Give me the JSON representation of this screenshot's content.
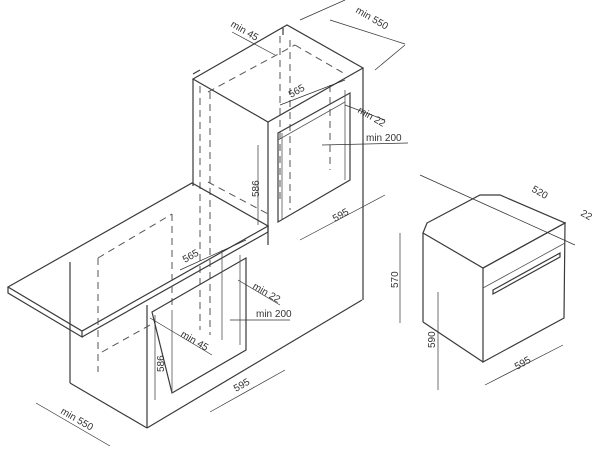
{
  "labels": {
    "tall": {
      "min45": "min 45",
      "min550": "min 550",
      "w565": "565",
      "min22": "min 22",
      "min200": "min 200",
      "h586": "586",
      "w595": "595"
    },
    "base": {
      "w565": "565",
      "min22": "min 22",
      "min200": "min 200",
      "min45": "min 45",
      "h586": "586",
      "w595": "595",
      "min550": "min 550"
    },
    "oven": {
      "d520": "520",
      "d22": "22",
      "h570": "570",
      "h590": "590",
      "w595": "595"
    }
  }
}
